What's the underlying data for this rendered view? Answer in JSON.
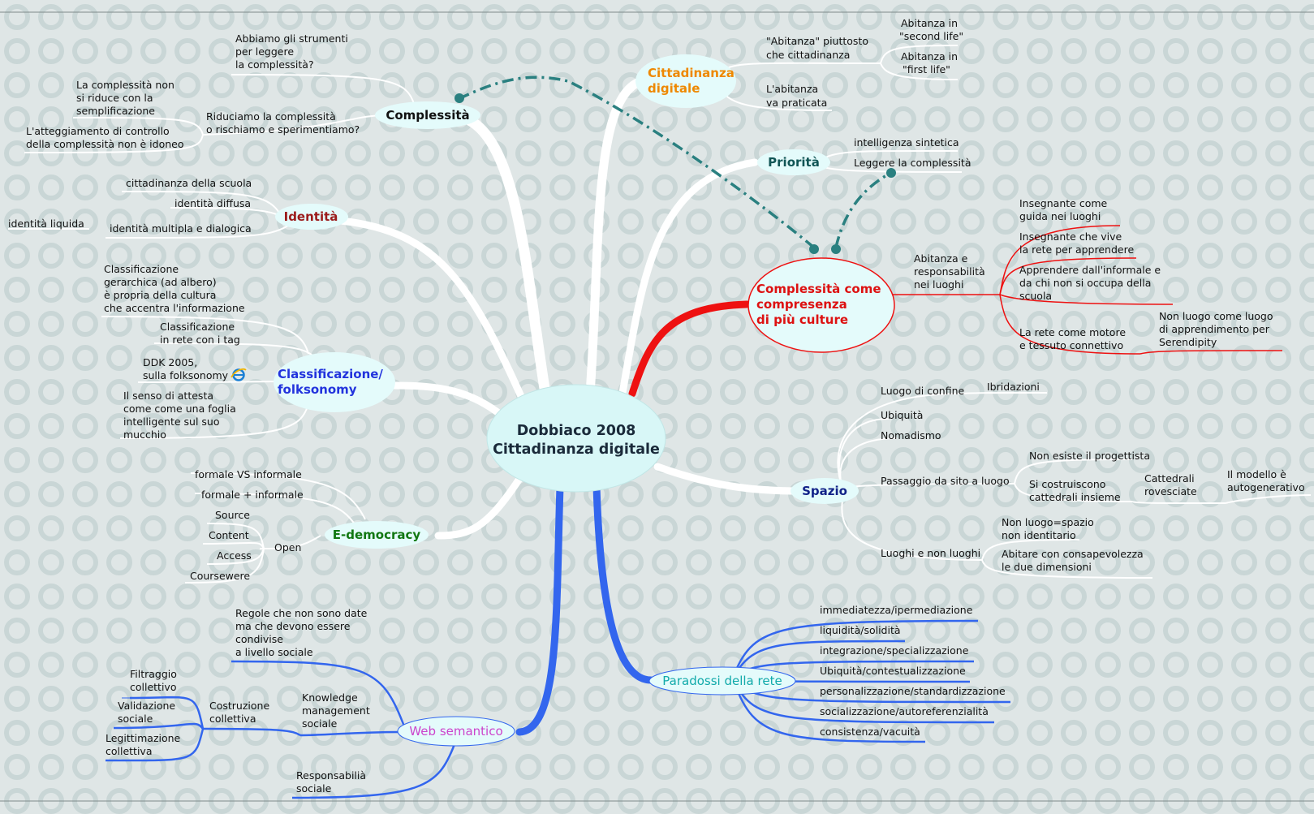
{
  "central": {
    "line1": "Dobbiaco 2008",
    "line2": "Cittadinanza digitale"
  },
  "topics": {
    "complessita": "Complessità",
    "identita": "Identità",
    "classificazione": [
      "Classificazione/",
      "folksonomy"
    ],
    "edemocracy": "E-democracy",
    "websemantico": "Web semantico",
    "cittadinanza": [
      "Cittadinanza",
      "digitale"
    ],
    "priorita": "Priorità",
    "complessita_culture": [
      "Complessità come",
      "compresenza",
      "di più culture"
    ],
    "spazio": "Spazio",
    "paradossi": "Paradossi della rete"
  },
  "complessita_items": {
    "strumenti": [
      "Abbiamo gli strumenti",
      "per leggere",
      "la complessità?"
    ],
    "riduciamo": [
      "Riduciamo la complessità",
      "o rischiamo e sperimentiamo?"
    ],
    "non_riduce": [
      "La complessità non",
      "si riduce con la",
      "semplificazione"
    ],
    "atteggiamento": [
      "L'atteggiamento di controllo",
      "della complessità non è idoneo"
    ]
  },
  "identita_items": {
    "scuola": "cittadinanza della scuola",
    "diffusa": "identità diffusa",
    "multipla": "identità multipla e dialogica",
    "liquida": "identità liquida"
  },
  "classificazione_items": {
    "gerarchica": [
      "Classificazione",
      "gerarchica (ad albero)",
      "è propria della cultura",
      "che accentra l'informazione"
    ],
    "rete": [
      "Classificazione",
      "in rete con i tag"
    ],
    "ddk": [
      "DDK 2005,",
      "sulla folksonomy"
    ],
    "senso": [
      "Il senso di attesta",
      "come come una foglia",
      "intelligente sul suo",
      "mucchio"
    ]
  },
  "edemocracy_items": {
    "formale_vs": "formale VS informale",
    "formale_plus": "formale + informale",
    "open": "Open",
    "open_items": [
      "Source",
      "Content",
      "Access",
      "Coursewere"
    ]
  },
  "web_items": {
    "regole": [
      "Regole che non sono date",
      "ma che devono essere",
      "condivise",
      "a livello sociale"
    ],
    "knowledge": [
      "Knowledge",
      "management",
      "sociale"
    ],
    "costruzione": [
      "Costruzione",
      "collettiva"
    ],
    "filtraggio": [
      "Filtraggio",
      "collettivo"
    ],
    "validazione": [
      "Validazione",
      "sociale"
    ],
    "legittimazione": [
      "Legittimazione",
      "collettiva"
    ],
    "responsabilita": [
      "Responsabilià",
      "sociale"
    ]
  },
  "cittadinanza_items": {
    "abitanza": [
      "\"Abitanza\" piuttosto",
      "che cittadinanza"
    ],
    "second": [
      "Abitanza in",
      "\"second life\""
    ],
    "first": [
      "Abitanza in",
      "\"first life\""
    ],
    "praticata": [
      "L'abitanza",
      "va praticata"
    ]
  },
  "priorita_items": {
    "intelligenza": "intelligenza sintetica",
    "leggere": "Leggere la complessità"
  },
  "culture_items": {
    "abitanza_resp": [
      "Abitanza e",
      "responsabilità",
      "nei luoghi"
    ],
    "guida": [
      "Insegnante come",
      "guida nei luoghi"
    ],
    "vive": [
      "Insegnante che vive",
      "la rete per apprendere"
    ],
    "apprendere": [
      "Apprendere dall'informale e",
      "da chi non si occupa della",
      "scuola"
    ],
    "motore": [
      "La rete come motore",
      "e tessuto connettivo"
    ],
    "non_luogo": [
      "Non luogo come luogo",
      "di apprendimento per",
      "Serendipity"
    ]
  },
  "spazio_items": {
    "confine": "Luogo di confine",
    "ibridazioni": "Ibridazioni",
    "ubiquita": "Ubiquità",
    "nomadismo": "Nomadismo",
    "passaggio": "Passaggio da sito a luogo",
    "progettista": "Non esiste il progettista",
    "costruiscono": [
      "Si costruiscono",
      "cattedrali insieme"
    ],
    "rovesciate": [
      "Cattedrali",
      "rovesciate"
    ],
    "modello": [
      "Il modello è",
      "autogenerativo"
    ],
    "luoghi": "Luoghi e non luoghi",
    "spazio_non": [
      "Non luogo=spazio",
      " non identitario"
    ],
    "abitare": [
      "Abitare con consapevolezza",
      "le due dimensioni"
    ]
  },
  "paradossi_items": [
    "immediatezza/ipermediazione",
    "liquidità/solidità",
    "integrazione/specializzazione",
    "Ubiquità/contestualizzazione",
    "personalizzazione/standardizzazione",
    "socializzazione/autoreferenzialità",
    "consistenza/vacuità"
  ],
  "colors": {
    "background": "#dfe6e6",
    "branch_white": "#ffffff",
    "branch_red": "#ee1111",
    "branch_blue": "#3366ee",
    "relation": "#2a8080",
    "topic_fill": "#e4fbfb",
    "complessita_text": "#111111",
    "identita_text": "#9b1c1c",
    "classificazione_text": "#2233dd",
    "edemocracy_text": "#117711",
    "web_text": "#cc44cc",
    "cittadinanza_text": "#ee8800",
    "priorita_text": "#115555",
    "culture_text": "#dd1111",
    "spazio_text": "#112288",
    "paradossi_text": "#11aaaa"
  },
  "icons": {
    "ie": "internet-explorer-icon"
  }
}
